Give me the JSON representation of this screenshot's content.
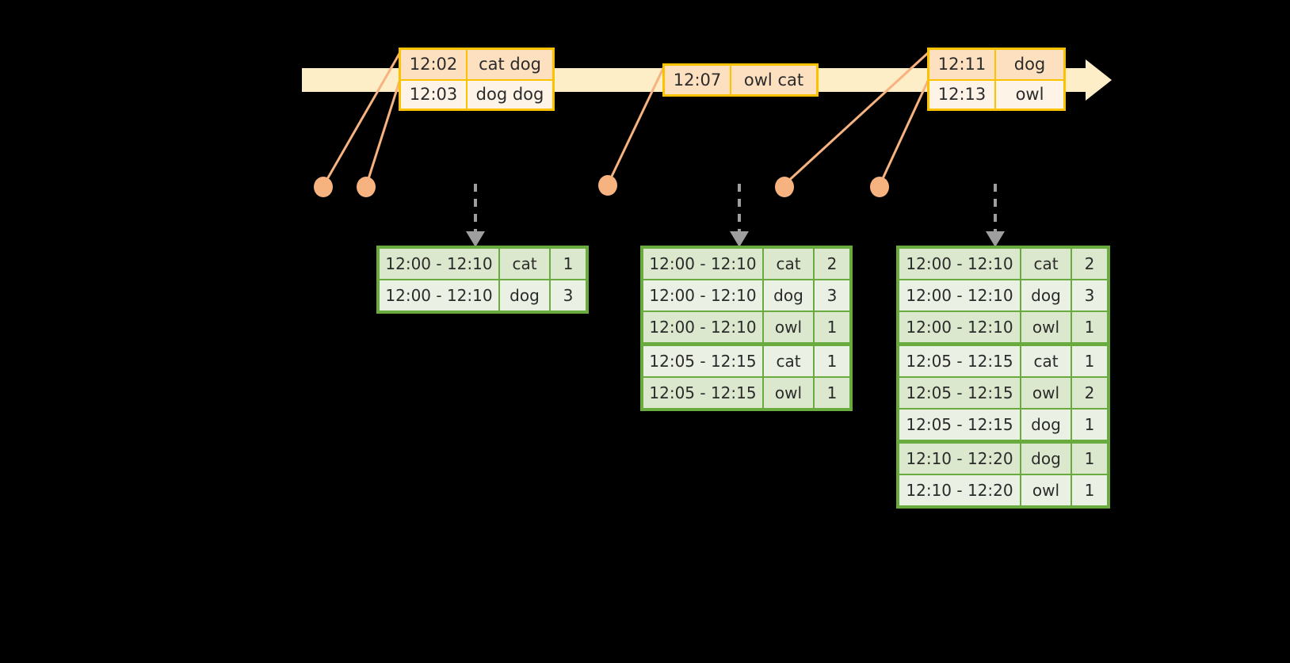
{
  "diagram": {
    "title": "windowed-aggregation-timeline",
    "colors": {
      "background": "#000000",
      "timeline": "#fdeec8",
      "event_border": "#fcc200",
      "event_fill_a": "#fde0c0",
      "event_fill_b": "#fdf3e7",
      "dot": "#f6b27f",
      "connector": "#f6b27f",
      "table_border": "#6aab3f",
      "table_fill_a": "#dce8cd",
      "table_fill_b": "#eaf0e4",
      "arrow": "#9e9e9e",
      "text": "#2b2b2b"
    }
  },
  "events": [
    {
      "id": "event-group-1",
      "rows": [
        {
          "time": "12:02",
          "words": "cat dog"
        },
        {
          "time": "12:03",
          "words": "dog dog"
        }
      ]
    },
    {
      "id": "event-group-2",
      "rows": [
        {
          "time": "12:07",
          "words": "owl cat"
        }
      ]
    },
    {
      "id": "event-group-3",
      "rows": [
        {
          "time": "12:11",
          "words": "dog"
        },
        {
          "time": "12:13",
          "words": "owl"
        }
      ]
    }
  ],
  "tables": [
    {
      "id": "result-table-1",
      "rows": [
        {
          "window": "12:00 - 12:10",
          "key": "cat",
          "count": "1"
        },
        {
          "window": "12:00 - 12:10",
          "key": "dog",
          "count": "3"
        }
      ]
    },
    {
      "id": "result-table-2",
      "rows": [
        {
          "window": "12:00 - 12:10",
          "key": "cat",
          "count": "2"
        },
        {
          "window": "12:00 - 12:10",
          "key": "dog",
          "count": "3"
        },
        {
          "window": "12:00 - 12:10",
          "key": "owl",
          "count": "1"
        },
        {
          "window": "12:05 - 12:15",
          "key": "cat",
          "count": "1"
        },
        {
          "window": "12:05 - 12:15",
          "key": "owl",
          "count": "1"
        }
      ]
    },
    {
      "id": "result-table-3",
      "rows": [
        {
          "window": "12:00 - 12:10",
          "key": "cat",
          "count": "2"
        },
        {
          "window": "12:00 - 12:10",
          "key": "dog",
          "count": "3"
        },
        {
          "window": "12:00 - 12:10",
          "key": "owl",
          "count": "1"
        },
        {
          "window": "12:05 - 12:15",
          "key": "cat",
          "count": "1"
        },
        {
          "window": "12:05 - 12:15",
          "key": "owl",
          "count": "2"
        },
        {
          "window": "12:05 - 12:15",
          "key": "dog",
          "count": "1"
        },
        {
          "window": "12:10 - 12:20",
          "key": "dog",
          "count": "1"
        },
        {
          "window": "12:10 - 12:20",
          "key": "owl",
          "count": "1"
        }
      ]
    }
  ],
  "dots": [
    {
      "id": "dot-1"
    },
    {
      "id": "dot-2"
    },
    {
      "id": "dot-3"
    },
    {
      "id": "dot-4"
    },
    {
      "id": "dot-5"
    }
  ]
}
